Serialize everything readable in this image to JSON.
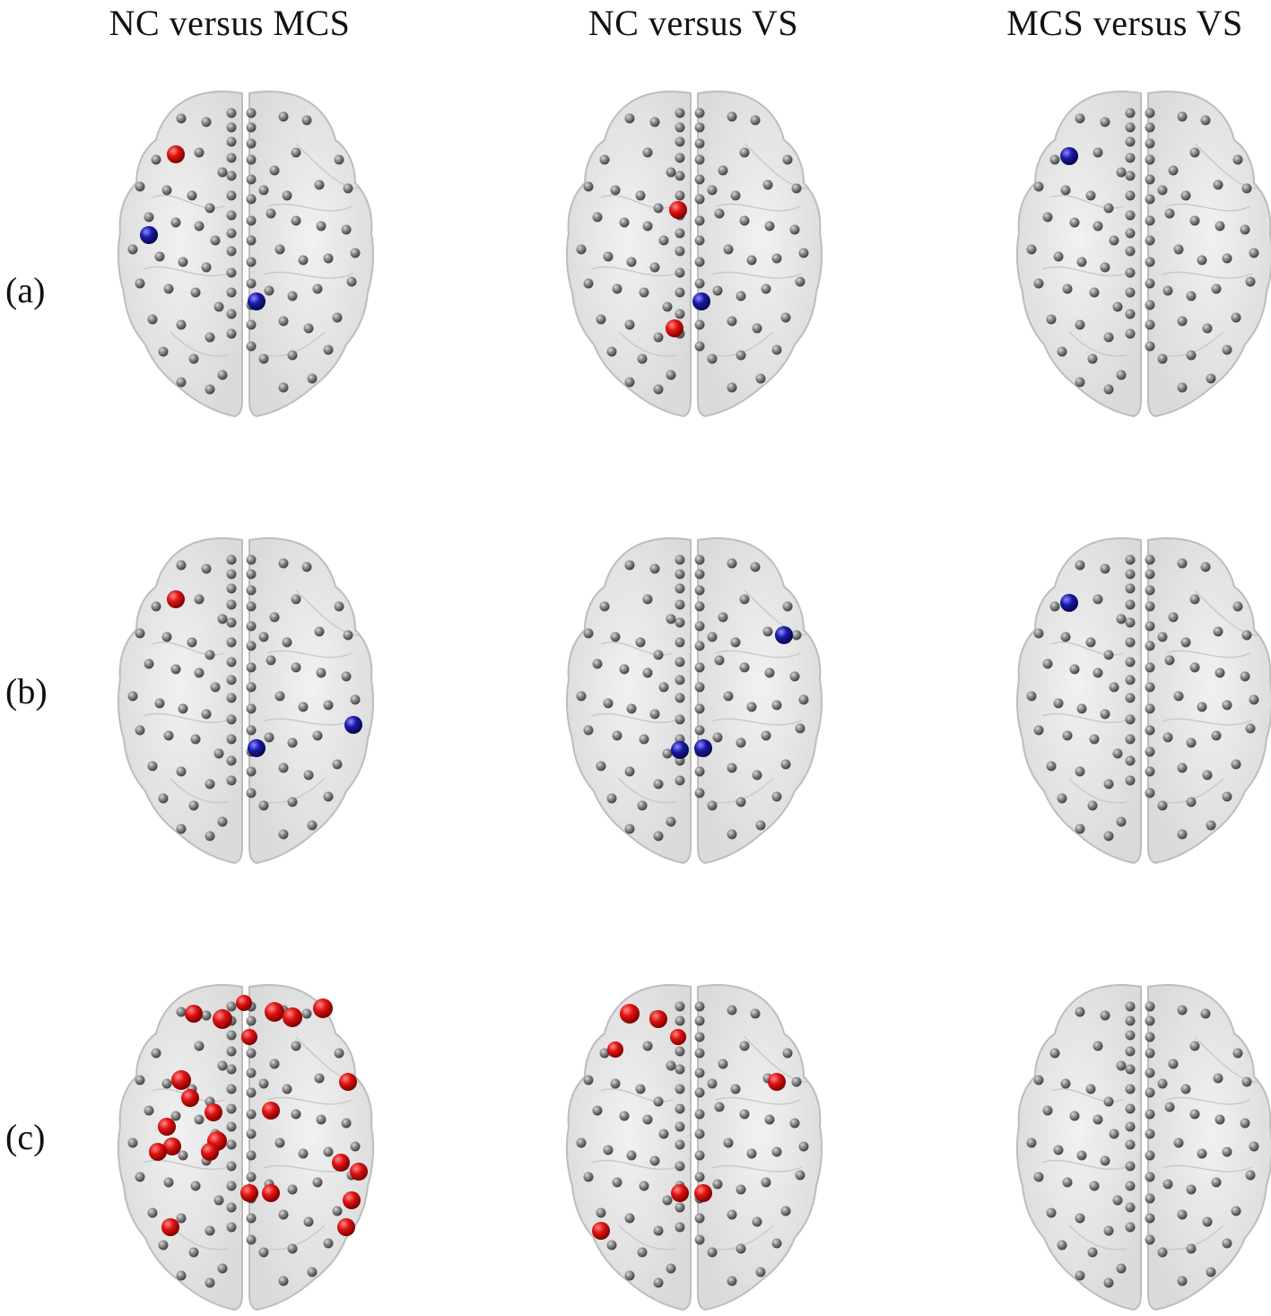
{
  "columns": [
    "NC versus MCS",
    "NC versus VS",
    "MCS versus VS"
  ],
  "rows": [
    "(a)",
    "(b)",
    "(c)"
  ],
  "colors": {
    "increased_node": "#e01212",
    "decreased_node": "#1a1aa8",
    "neutral_node": "#6e6e6e",
    "brain_fill": "#e6e6e6",
    "brain_stroke": "#bdbdbd"
  },
  "panels": [
    {
      "row": "(a)",
      "column": "NC versus MCS",
      "red": 1,
      "blue": 2
    },
    {
      "row": "(a)",
      "column": "NC versus VS",
      "red": 2,
      "blue": 1
    },
    {
      "row": "(a)",
      "column": "MCS versus VS",
      "red": 0,
      "blue": 1
    },
    {
      "row": "(b)",
      "column": "NC versus MCS",
      "red": 1,
      "blue": 2
    },
    {
      "row": "(b)",
      "column": "NC versus VS",
      "red": 0,
      "blue": 3
    },
    {
      "row": "(b)",
      "column": "MCS versus VS",
      "red": 0,
      "blue": 1
    },
    {
      "row": "(c)",
      "column": "NC versus MCS",
      "red": 24,
      "blue": 0
    },
    {
      "row": "(c)",
      "column": "NC versus VS",
      "red": 8,
      "blue": 0
    },
    {
      "row": "(c)",
      "column": "MCS versus VS",
      "red": 0,
      "blue": 0
    }
  ]
}
